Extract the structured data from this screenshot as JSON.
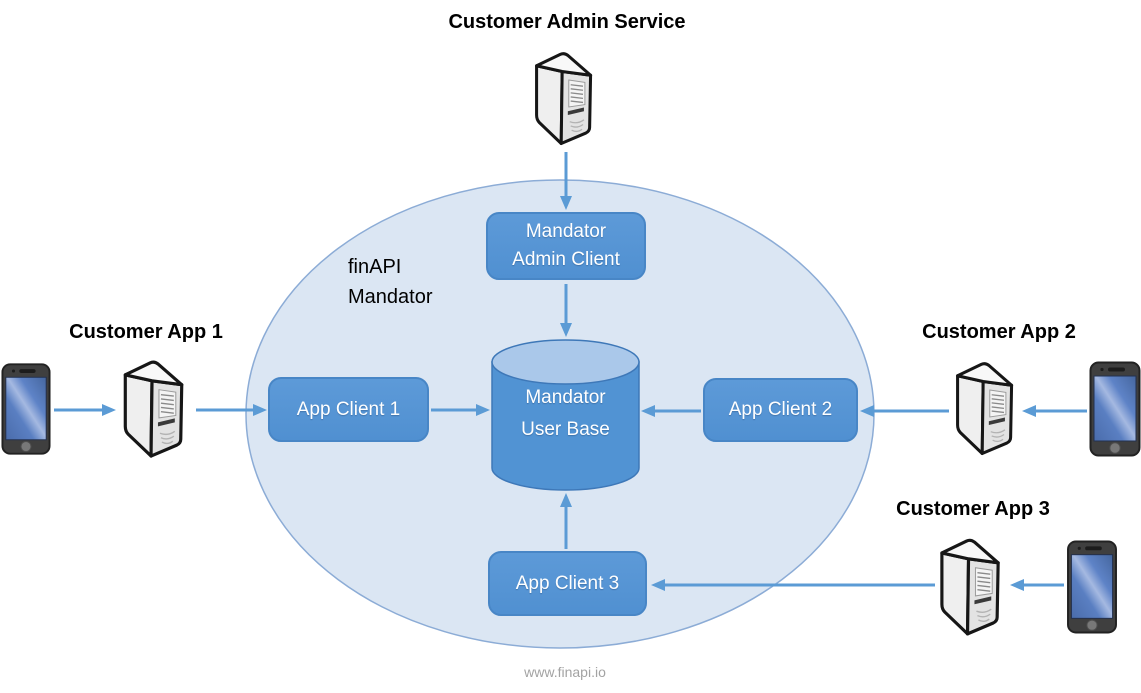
{
  "page": {
    "footer": "www.finapi.io"
  },
  "colors": {
    "arrow": "#5b9bd5",
    "node_fill": "#5596d6",
    "node_border": "#4886c6",
    "boundary_fill": "#dbe6f3",
    "boundary_border": "#8cacd6",
    "cylinder_body_fill": "#5193d3",
    "cylinder_top_fill": "#aac8ea",
    "cylinder_stroke": "#3e78b8",
    "label_text": "#000000",
    "node_text": "#ffffff",
    "footer_text": "#a3a3a3"
  },
  "boundary": {
    "line1": "finAPI",
    "line2": "Mandator"
  },
  "external_systems": {
    "customer_admin_service": {
      "label": "Customer Admin Service",
      "icon": "server"
    },
    "customer_app_1": {
      "label": "Customer App 1",
      "icons": [
        "smartphone",
        "server"
      ]
    },
    "customer_app_2": {
      "label": "Customer App 2",
      "icons": [
        "server",
        "smartphone"
      ]
    },
    "customer_app_3": {
      "label": "Customer App 3",
      "icons": [
        "server",
        "smartphone"
      ]
    }
  },
  "nodes": {
    "mandator_admin_client": {
      "line1": "Mandator",
      "line2": "Admin Client"
    },
    "mandator_user_base": {
      "line1": "Mandator",
      "line2": "User Base"
    },
    "app_client_1": {
      "label": "App Client 1"
    },
    "app_client_2": {
      "label": "App Client 2"
    },
    "app_client_3": {
      "label": "App Client 3"
    }
  }
}
